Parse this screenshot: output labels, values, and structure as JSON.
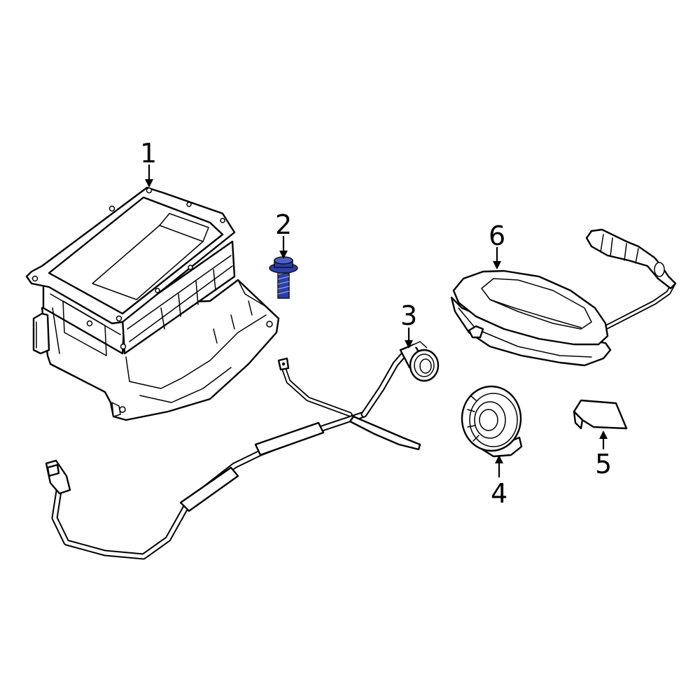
{
  "callouts": {
    "c1": "1",
    "c2": "2",
    "c3": "3",
    "c4": "4",
    "c5": "5",
    "c6": "6"
  },
  "colors": {
    "highlight_part": "#2b3fa6",
    "highlight_part_light": "#4b61c9",
    "line": "#000000",
    "background": "#ffffff"
  }
}
